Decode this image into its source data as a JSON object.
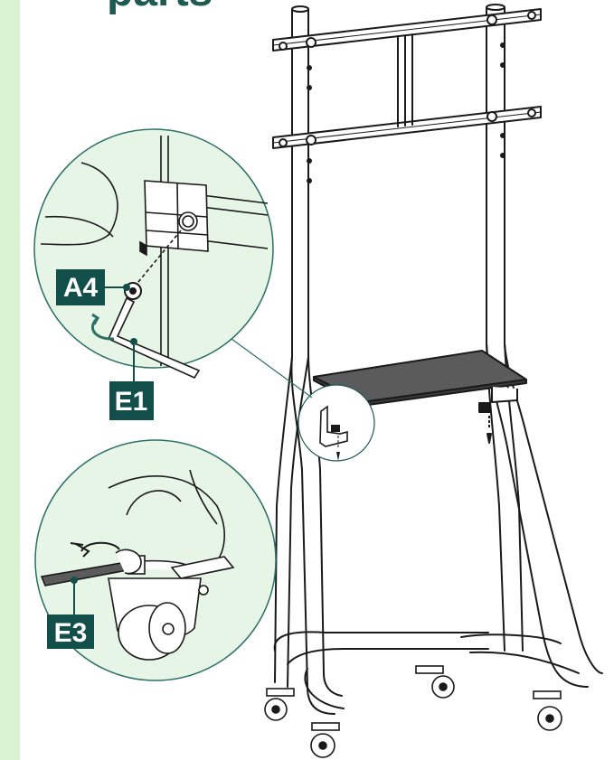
{
  "heading_fragment": "parts",
  "callouts": {
    "a4": "A4",
    "e1": "E1",
    "e3": "E3"
  },
  "colors": {
    "sidebar": "#d8f3d2",
    "zoom_fill": "#e6f5e6",
    "label_bg": "#134f4a",
    "label_text": "#ffffff",
    "heading_text": "#1f5a52",
    "shelf": "#5b5b5b",
    "stroke": "#1a1a1a",
    "leader": "#2b6f66"
  }
}
